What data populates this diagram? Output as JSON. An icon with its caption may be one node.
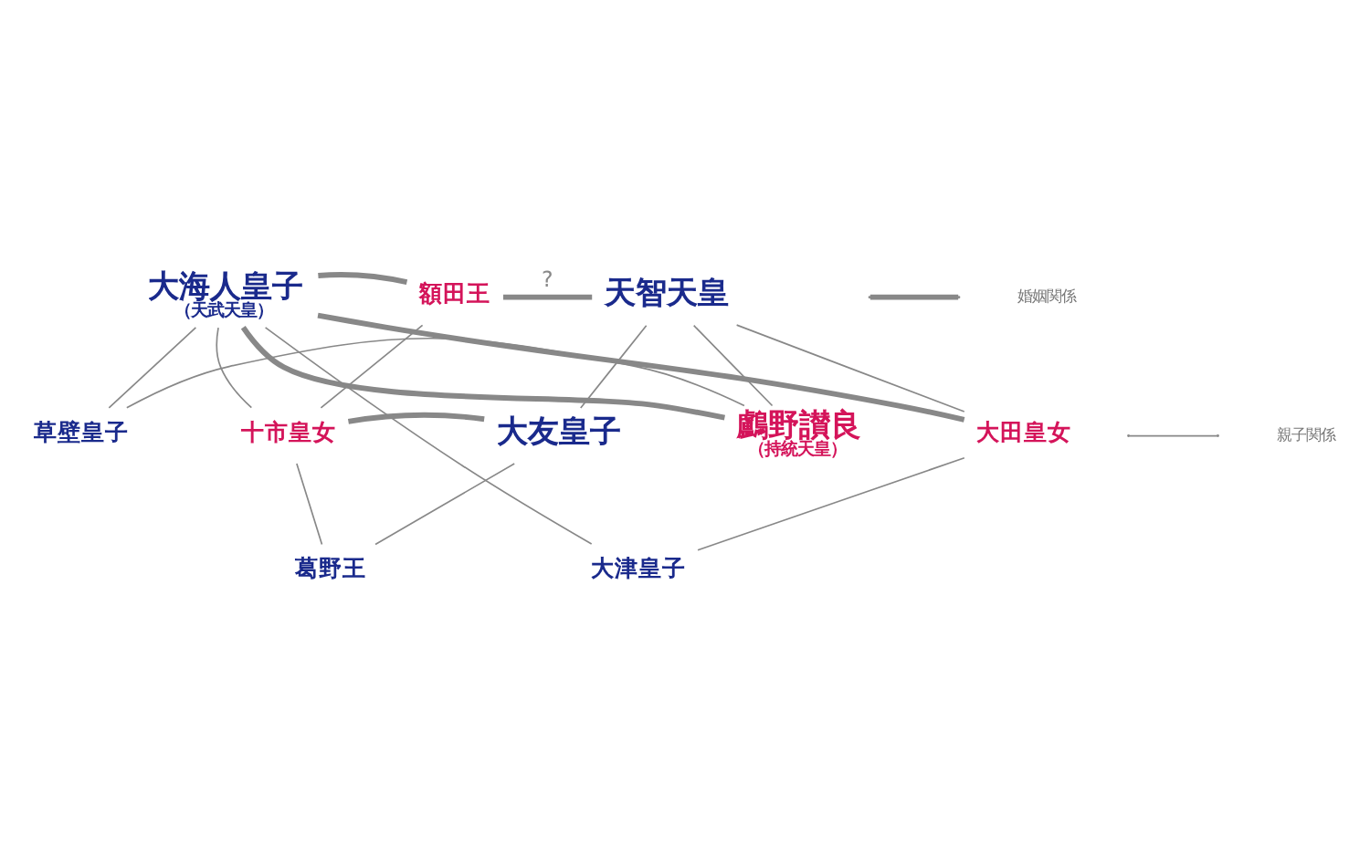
{
  "diagram": {
    "nodes": [
      {
        "text": [
          "大海人皇子",
          "（天武天皇）"
        ]
      },
      {
        "text": [
          "額田王"
        ]
      },
      {
        "text": [
          "天智天皇"
        ]
      },
      {
        "text": [
          "草壁皇子"
        ]
      },
      {
        "text": [
          "十市皇女"
        ]
      },
      {
        "text": [
          "大友皇子"
        ]
      },
      {
        "text": [
          "鸕野讃良",
          "（持統天皇）"
        ]
      },
      {
        "text": [
          "大田皇女"
        ]
      },
      {
        "text": [
          "葛野王"
        ]
      },
      {
        "text": [
          "大津皇子"
        ]
      }
    ],
    "edges": [
      {
        "from": 0,
        "to": 1,
        "arrow": "none",
        "style": "thick"
      },
      {
        "from": 1,
        "to": 2,
        "arrow": "none",
        "style": "thick",
        "label": "?"
      },
      {
        "from": 0,
        "to": 4,
        "arrow": "none"
      },
      {
        "from": 1,
        "to": 4,
        "arrow": "none"
      },
      {
        "from": 2,
        "to": 5,
        "arrow": "none"
      },
      {
        "from": 2,
        "to": 6,
        "arrow": "none"
      },
      {
        "from": 2,
        "to": 7,
        "arrow": "none"
      },
      {
        "from": 0,
        "to": 3,
        "arrow": "none"
      },
      {
        "from": 6,
        "to": 3,
        "arrow": "none"
      },
      {
        "from": 4,
        "to": 5,
        "arrow": "none",
        "style": "thick"
      },
      {
        "from": 4,
        "to": 8,
        "arrow": "none"
      },
      {
        "from": 5,
        "to": 8,
        "arrow": "none"
      },
      {
        "from": 0,
        "to": 6,
        "arrow": "none",
        "style": "thick"
      },
      {
        "from": 0,
        "to": 7,
        "arrow": "none",
        "style": "thick"
      },
      {
        "from": 0,
        "to": 9,
        "arrow": "none"
      },
      {
        "from": 7,
        "to": 9,
        "arrow": "none"
      }
    ],
    "legend": [
      {
        "text": "婚姻関係"
      },
      {
        "text": "親子関係"
      }
    ]
  }
}
